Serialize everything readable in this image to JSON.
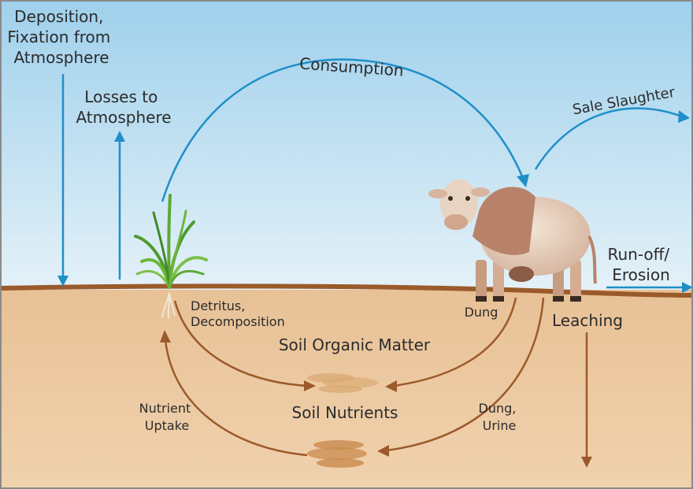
{
  "labels": {
    "deposition": [
      "Deposition,",
      "Fixation from",
      "Atmosphere"
    ],
    "losses": [
      "Losses to",
      "Atmosphere"
    ],
    "consumption": "Consumption",
    "sale": "Sale Slaughter",
    "runoff": [
      "Run-off/",
      "Erosion"
    ],
    "detritus": [
      "Detritus,",
      "Decomposition"
    ],
    "dung_top": "Dung",
    "leaching": "Leaching",
    "soil_organic": "Soil Organic Matter",
    "soil_nutrients": "Soil Nutrients",
    "nutrient_uptake": [
      "Nutrient",
      "Uptake"
    ],
    "dung_urine": [
      "Dung,",
      "Urine"
    ]
  },
  "colors": {
    "sky_top": "#9fd0ec",
    "sky_bottom": "#e4f1f8",
    "soil": "#ecc9a0",
    "ground_line": "#9a5a2a",
    "atmosphere_arrow": "#1f8fc8",
    "soil_arrow": "#9b5a2a",
    "text": "#2b2b2b"
  }
}
